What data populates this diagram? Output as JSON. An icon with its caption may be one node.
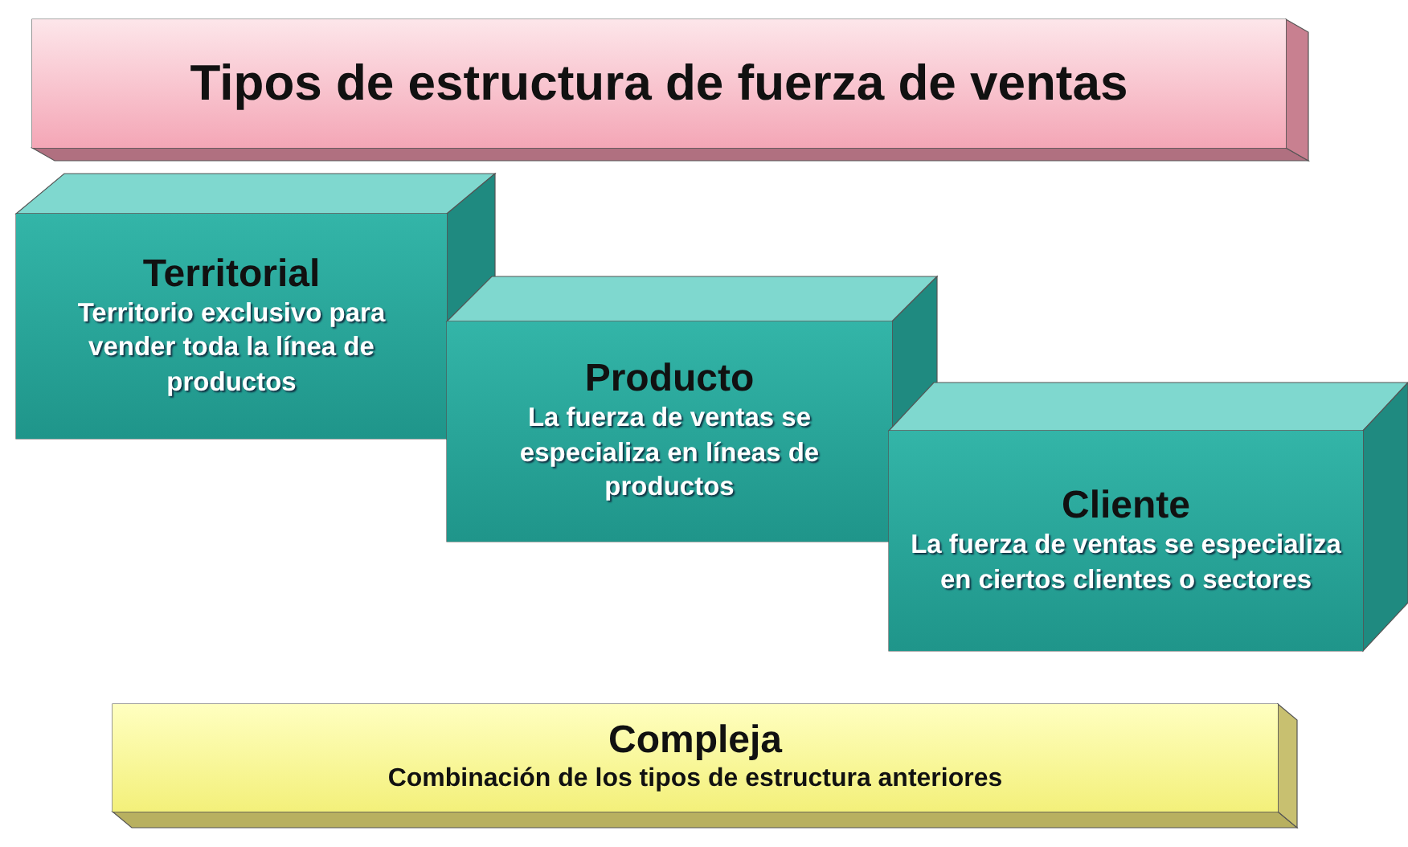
{
  "diagram": {
    "title": "Tipos de estructura de fuerza de ventas",
    "nodes": [
      {
        "text": [
          "Territorial",
          "Territorio exclusivo para vender toda la línea de productos"
        ]
      },
      {
        "text": [
          "Producto",
          "La fuerza de ventas se especializa en líneas de productos"
        ]
      },
      {
        "text": [
          "Cliente",
          "La fuerza de ventas se especializa en ciertos clientes o sectores"
        ]
      },
      {
        "text": [
          "Compleja",
          "Combinación de los tipos de estructura anteriores"
        ]
      }
    ]
  }
}
